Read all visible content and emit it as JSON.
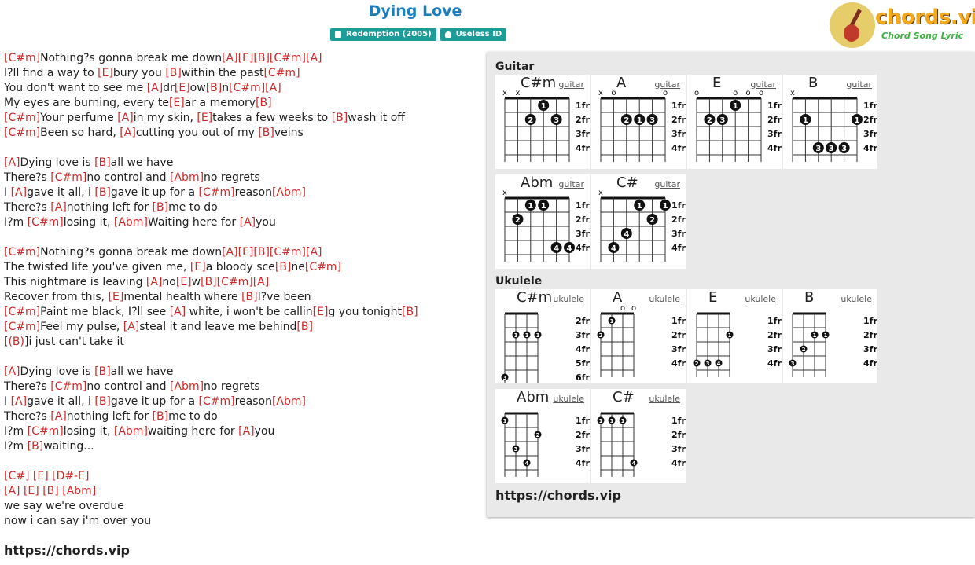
{
  "song": {
    "title": "Dying Love",
    "album": "Redemption (2005)",
    "artist": "Useless ID"
  },
  "logo": {
    "name": "chords.vip",
    "tagline": "Chord Song Lyric"
  },
  "lyrics": [
    [
      {
        "c": "[C#m]"
      },
      {
        "t": "Nothing?s gonna break me down"
      },
      {
        "c": "[A]"
      },
      {
        "c": "[E]"
      },
      {
        "c": "[B]"
      },
      {
        "c": "[C#m]"
      },
      {
        "c": "[A]"
      }
    ],
    [
      {
        "t": "I?ll find a way to "
      },
      {
        "c": "[E]"
      },
      {
        "t": "bury you "
      },
      {
        "c": "[B]"
      },
      {
        "t": "within the past"
      },
      {
        "c": "[C#m]"
      }
    ],
    [
      {
        "t": "You don't want to see me "
      },
      {
        "c": "[A]"
      },
      {
        "t": "dr"
      },
      {
        "c": "[E]"
      },
      {
        "t": "ow"
      },
      {
        "c": "[B]"
      },
      {
        "t": "n"
      },
      {
        "c": "[C#m]"
      },
      {
        "c": "[A]"
      }
    ],
    [
      {
        "t": "My eyes are burning, every te"
      },
      {
        "c": "[E]"
      },
      {
        "t": "ar a memory"
      },
      {
        "c": "[B]"
      }
    ],
    [
      {
        "c": "[C#m]"
      },
      {
        "t": "Your perfume "
      },
      {
        "c": "[A]"
      },
      {
        "t": "in my skin, "
      },
      {
        "c": "[E]"
      },
      {
        "t": "takes a few weeks to "
      },
      {
        "c": "[B]"
      },
      {
        "t": "wash it off"
      }
    ],
    [
      {
        "c": "[C#m]"
      },
      {
        "t": "Been so hard, "
      },
      {
        "c": "[A]"
      },
      {
        "t": "cutting you out of my "
      },
      {
        "c": "[B]"
      },
      {
        "t": "veins"
      }
    ],
    [],
    [
      {
        "c": "[A]"
      },
      {
        "t": "Dying love is "
      },
      {
        "c": "[B]"
      },
      {
        "t": "all we have"
      }
    ],
    [
      {
        "t": "There?s "
      },
      {
        "c": "[C#m]"
      },
      {
        "t": "no control and "
      },
      {
        "c": "[Abm]"
      },
      {
        "t": "no regrets"
      }
    ],
    [
      {
        "t": "I "
      },
      {
        "c": "[A]"
      },
      {
        "t": "gave it all, i "
      },
      {
        "c": "[B]"
      },
      {
        "t": "gave it up for a "
      },
      {
        "c": "[C#m]"
      },
      {
        "t": "reason"
      },
      {
        "c": "[Abm]"
      }
    ],
    [
      {
        "t": "There?s "
      },
      {
        "c": "[A]"
      },
      {
        "t": "nothing left for "
      },
      {
        "c": "[B]"
      },
      {
        "t": "me to do"
      }
    ],
    [
      {
        "t": "I?m "
      },
      {
        "c": "[C#m]"
      },
      {
        "t": "losing it, "
      },
      {
        "c": "[Abm]"
      },
      {
        "t": "Waiting here for "
      },
      {
        "c": "[A]"
      },
      {
        "t": "you"
      }
    ],
    [],
    [
      {
        "c": "[C#m]"
      },
      {
        "t": "Nothing?s gonna break me down"
      },
      {
        "c": "[A]"
      },
      {
        "c": "[E]"
      },
      {
        "c": "[B]"
      },
      {
        "c": "[C#m]"
      },
      {
        "c": "[A]"
      }
    ],
    [
      {
        "t": "The twisted life you've given me, "
      },
      {
        "c": "[E]"
      },
      {
        "t": "a bloody sce"
      },
      {
        "c": "[B]"
      },
      {
        "t": "ne"
      },
      {
        "c": "[C#m]"
      }
    ],
    [
      {
        "t": "This nightmare is leaving "
      },
      {
        "c": "[A]"
      },
      {
        "t": "no"
      },
      {
        "c": "[E]"
      },
      {
        "t": "w"
      },
      {
        "c": "[B]"
      },
      {
        "c": "[C#m]"
      },
      {
        "c": "[A]"
      }
    ],
    [
      {
        "t": "Recover from this, "
      },
      {
        "c": "[E]"
      },
      {
        "t": "mental health where "
      },
      {
        "c": "[B]"
      },
      {
        "t": "I?ve been"
      }
    ],
    [
      {
        "c": "[C#m]"
      },
      {
        "t": "Paint me black, I?ll see "
      },
      {
        "c": "[A]"
      },
      {
        "t": " white, i won't be callin"
      },
      {
        "c": "[E]"
      },
      {
        "t": "g you tonight"
      },
      {
        "c": "[B]"
      }
    ],
    [
      {
        "c": "[C#m]"
      },
      {
        "t": "Feel my pulse, "
      },
      {
        "c": "[A]"
      },
      {
        "t": "steal it and leave me behind"
      },
      {
        "c": "[B]"
      }
    ],
    [
      {
        "t": "["
      },
      {
        "c": "(B)"
      },
      {
        "t": "]i just can't take it"
      }
    ],
    [],
    [
      {
        "c": "[A]"
      },
      {
        "t": "Dying love is "
      },
      {
        "c": "[B]"
      },
      {
        "t": "all we have"
      }
    ],
    [
      {
        "t": "There?s "
      },
      {
        "c": "[C#m]"
      },
      {
        "t": "no control and "
      },
      {
        "c": "[Abm]"
      },
      {
        "t": "no regrets"
      }
    ],
    [
      {
        "t": "I "
      },
      {
        "c": "[A]"
      },
      {
        "t": "gave it all, i "
      },
      {
        "c": "[B]"
      },
      {
        "t": "gave it up for a "
      },
      {
        "c": "[C#m]"
      },
      {
        "t": "reason"
      },
      {
        "c": "[Abm]"
      }
    ],
    [
      {
        "t": "There?s "
      },
      {
        "c": "[A]"
      },
      {
        "t": "nothing left for "
      },
      {
        "c": "[B]"
      },
      {
        "t": "me to do"
      }
    ],
    [
      {
        "t": "I?m "
      },
      {
        "c": "[C#m]"
      },
      {
        "t": "losing it, "
      },
      {
        "c": "[Abm]"
      },
      {
        "t": "waiting here for "
      },
      {
        "c": "[A]"
      },
      {
        "t": "you"
      }
    ],
    [
      {
        "t": "I?m "
      },
      {
        "c": "[B]"
      },
      {
        "t": "waiting..."
      }
    ],
    [],
    [
      {
        "c": "[C#]"
      },
      {
        "t": " "
      },
      {
        "c": "[E]"
      },
      {
        "t": " "
      },
      {
        "c": "[D#-E]"
      }
    ],
    [
      {
        "c": "[A]"
      },
      {
        "t": " "
      },
      {
        "c": "[E]"
      },
      {
        "t": " "
      },
      {
        "c": "[B]"
      },
      {
        "t": " "
      },
      {
        "c": "[Abm]"
      }
    ],
    [
      {
        "t": "we say we're overdue"
      }
    ],
    [
      {
        "t": "now i can say i'm over you"
      }
    ]
  ],
  "footer_url": "https://chords.vip",
  "panel": {
    "guitar_label": "Guitar",
    "ukulele_label": "Ukulele",
    "url": "https://chords.vip",
    "guitar_chords": [
      {
        "name": "C#m",
        "link": "guitar",
        "fret_labels": [
          "1fr",
          "2fr",
          "3fr",
          "4fr"
        ],
        "markers": [
          "x",
          "x",
          "",
          "",
          "",
          ""
        ],
        "dots": [
          {
            "s": 3,
            "f": 1,
            "n": "1"
          },
          {
            "s": 2,
            "f": 2,
            "n": "2"
          },
          {
            "s": 4,
            "f": 2,
            "n": "3"
          }
        ]
      },
      {
        "name": "A",
        "link": "guitar",
        "fret_labels": [
          "1fr",
          "2fr",
          "3fr",
          "4fr"
        ],
        "markers": [
          "x",
          "o",
          "",
          "",
          "",
          "o"
        ],
        "dots": [
          {
            "s": 2,
            "f": 2,
            "n": "2"
          },
          {
            "s": 3,
            "f": 2,
            "n": "1"
          },
          {
            "s": 4,
            "f": 2,
            "n": "3"
          }
        ]
      },
      {
        "name": "E",
        "link": "guitar",
        "fret_labels": [
          "1fr",
          "2fr",
          "3fr",
          "4fr"
        ],
        "markers": [
          "o",
          "",
          "",
          "o",
          "o",
          "o"
        ],
        "dots": [
          {
            "s": 3,
            "f": 1,
            "n": "1"
          },
          {
            "s": 1,
            "f": 2,
            "n": "2"
          },
          {
            "s": 2,
            "f": 2,
            "n": "3"
          }
        ]
      },
      {
        "name": "B",
        "link": "guitar",
        "fret_labels": [
          "1fr",
          "2fr",
          "3fr",
          "4fr"
        ],
        "markers": [
          "x",
          "",
          "",
          "",
          "",
          ""
        ],
        "dots": [
          {
            "s": 1,
            "f": 2,
            "n": "1"
          },
          {
            "s": 5,
            "f": 2,
            "n": "1"
          },
          {
            "s": 2,
            "f": 4,
            "n": "3"
          },
          {
            "s": 3,
            "f": 4,
            "n": "3"
          },
          {
            "s": 4,
            "f": 4,
            "n": "3"
          }
        ]
      },
      {
        "name": "Abm",
        "link": "guitar",
        "fret_labels": [
          "1fr",
          "2fr",
          "3fr",
          "4fr"
        ],
        "markers": [
          "x",
          "",
          "",
          "",
          "",
          ""
        ],
        "dots": [
          {
            "s": 2,
            "f": 1,
            "n": "1"
          },
          {
            "s": 3,
            "f": 1,
            "n": "1"
          },
          {
            "s": 1,
            "f": 2,
            "n": "2"
          },
          {
            "s": 4,
            "f": 4,
            "n": "4"
          },
          {
            "s": 5,
            "f": 4,
            "n": "4"
          }
        ]
      },
      {
        "name": "C#",
        "link": "guitar",
        "fret_labels": [
          "1fr",
          "2fr",
          "3fr",
          "4fr"
        ],
        "markers": [
          "x",
          "",
          "",
          "",
          "",
          ""
        ],
        "dots": [
          {
            "s": 3,
            "f": 1,
            "n": "1"
          },
          {
            "s": 5,
            "f": 1,
            "n": "1"
          },
          {
            "s": 4,
            "f": 2,
            "n": "2"
          },
          {
            "s": 2,
            "f": 3,
            "n": "4"
          },
          {
            "s": 1,
            "f": 4,
            "n": "4"
          }
        ]
      }
    ],
    "ukulele_chords": [
      {
        "name": "C#m",
        "link": "ukulele",
        "fret_labels": [
          "2fr",
          "3fr",
          "4fr",
          "5fr",
          "6fr"
        ],
        "markers": [
          "",
          "",
          "",
          ""
        ],
        "dots": [
          {
            "s": 1,
            "f": 2,
            "n": "1"
          },
          {
            "s": 2,
            "f": 2,
            "n": "1"
          },
          {
            "s": 3,
            "f": 2,
            "n": "1"
          },
          {
            "s": 0,
            "f": 5,
            "n": "3"
          }
        ]
      },
      {
        "name": "A",
        "link": "ukulele",
        "fret_labels": [
          "1fr",
          "2fr",
          "3fr",
          "4fr"
        ],
        "markers": [
          "",
          "",
          "o",
          "o"
        ],
        "dots": [
          {
            "s": 1,
            "f": 1,
            "n": "1"
          },
          {
            "s": 0,
            "f": 2,
            "n": "2"
          }
        ]
      },
      {
        "name": "E",
        "link": "ukulele",
        "fret_labels": [
          "1fr",
          "2fr",
          "3fr",
          "4fr"
        ],
        "markers": [
          "",
          "",
          "",
          ""
        ],
        "dots": [
          {
            "s": 3,
            "f": 2,
            "n": "1"
          },
          {
            "s": 0,
            "f": 4,
            "n": "2"
          },
          {
            "s": 1,
            "f": 4,
            "n": "3"
          },
          {
            "s": 2,
            "f": 4,
            "n": "4"
          }
        ]
      },
      {
        "name": "B",
        "link": "ukulele",
        "fret_labels": [
          "1fr",
          "2fr",
          "3fr",
          "4fr"
        ],
        "markers": [
          "",
          "",
          "",
          ""
        ],
        "dots": [
          {
            "s": 2,
            "f": 2,
            "n": "1"
          },
          {
            "s": 3,
            "f": 2,
            "n": "1"
          },
          {
            "s": 1,
            "f": 3,
            "n": "2"
          },
          {
            "s": 0,
            "f": 4,
            "n": "3"
          }
        ]
      },
      {
        "name": "Abm",
        "link": "ukulele",
        "fret_labels": [
          "1fr",
          "2fr",
          "3fr",
          "4fr"
        ],
        "markers": [
          "",
          "",
          "",
          ""
        ],
        "dots": [
          {
            "s": 0,
            "f": 1,
            "n": "1"
          },
          {
            "s": 3,
            "f": 2,
            "n": "2"
          },
          {
            "s": 1,
            "f": 3,
            "n": "3"
          },
          {
            "s": 2,
            "f": 4,
            "n": "4"
          }
        ]
      },
      {
        "name": "C#",
        "link": "ukulele",
        "fret_labels": [
          "1fr",
          "2fr",
          "3fr",
          "4fr"
        ],
        "markers": [
          "",
          "",
          "",
          ""
        ],
        "dots": [
          {
            "s": 0,
            "f": 1,
            "n": "1"
          },
          {
            "s": 1,
            "f": 1,
            "n": "1"
          },
          {
            "s": 2,
            "f": 1,
            "n": "1"
          },
          {
            "s": 3,
            "f": 4,
            "n": "4"
          }
        ]
      }
    ]
  },
  "colors": {
    "title": "#1a7fc0",
    "badge": "#1b9c98",
    "chord": "#d12a2a",
    "panel_bg": "#e9e9e9"
  }
}
